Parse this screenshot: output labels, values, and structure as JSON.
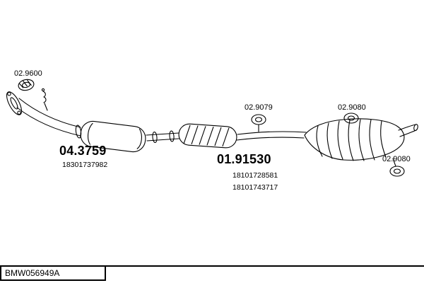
{
  "page": {
    "background": "#ffffff",
    "ink": "#000000"
  },
  "footer": {
    "code": "BMW056949A"
  },
  "parts": {
    "gasket": {
      "code": "02.9600"
    },
    "front_silencer": {
      "code": "04.3759",
      "part_number": "18301737982"
    },
    "mount_middle": {
      "code": "02.9079"
    },
    "rear_silencer": {
      "code": "01.91530",
      "part_numbers": [
        "18101728581",
        "18101743717"
      ]
    },
    "mount_rear_top": {
      "code": "02.9080"
    },
    "mount_rear_bottom": {
      "code": "02.9080"
    }
  }
}
